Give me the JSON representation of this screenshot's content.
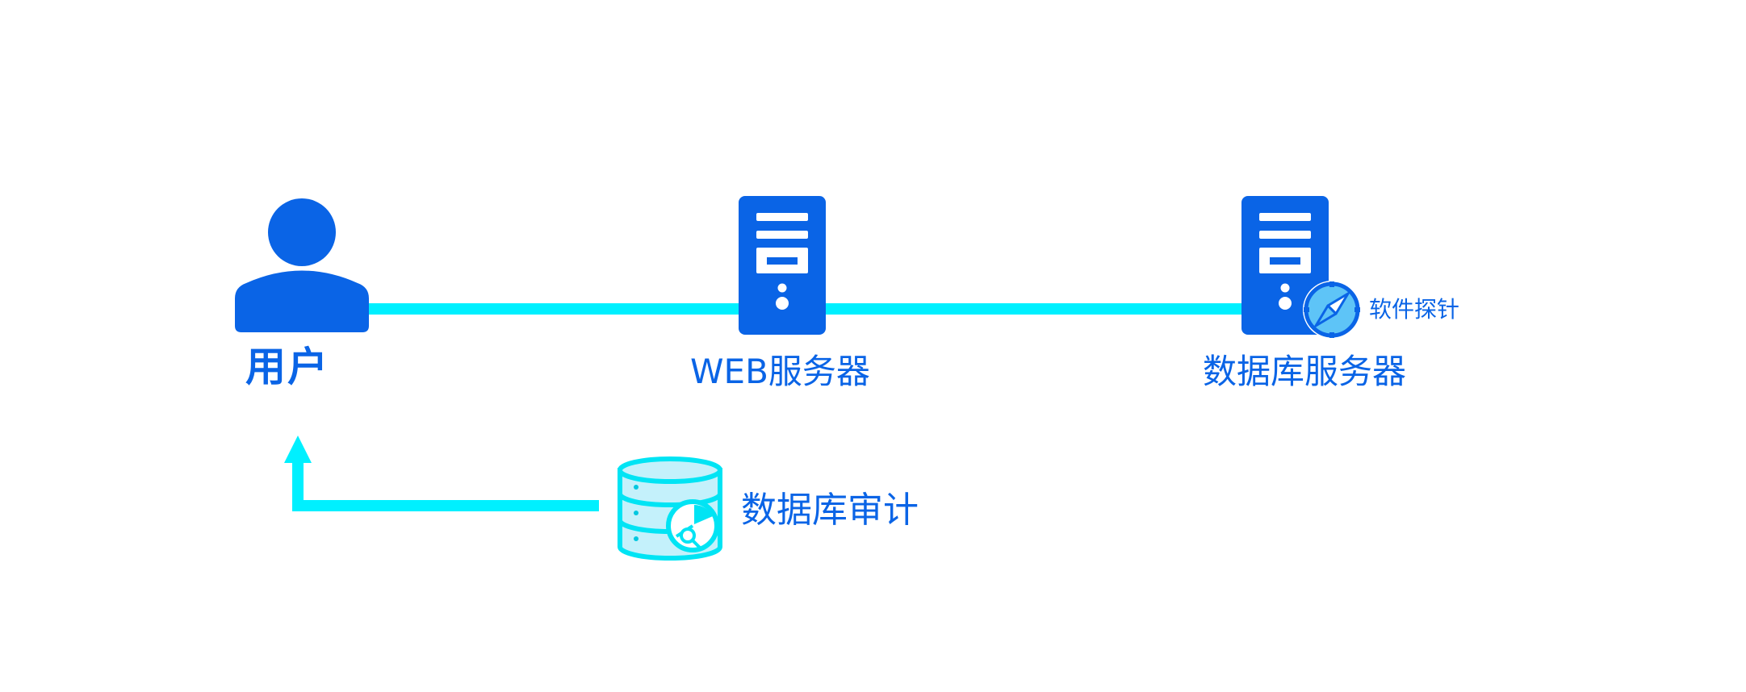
{
  "nodes": {
    "user": {
      "label": "用户",
      "icon": "user-icon"
    },
    "web_server": {
      "label": "WEB服务器",
      "icon": "server-icon"
    },
    "db_server": {
      "label": "数据库服务器",
      "icon": "server-icon"
    },
    "probe": {
      "label": "软件探针",
      "icon": "compass-icon"
    },
    "db_audit": {
      "label": "数据库审计",
      "icon": "database-audit-icon"
    }
  },
  "colors": {
    "primary_blue": "#0a64e6",
    "connector_cyan": "#00f0ff",
    "light_cyan": "#c4f1fb",
    "white": "#ffffff"
  }
}
